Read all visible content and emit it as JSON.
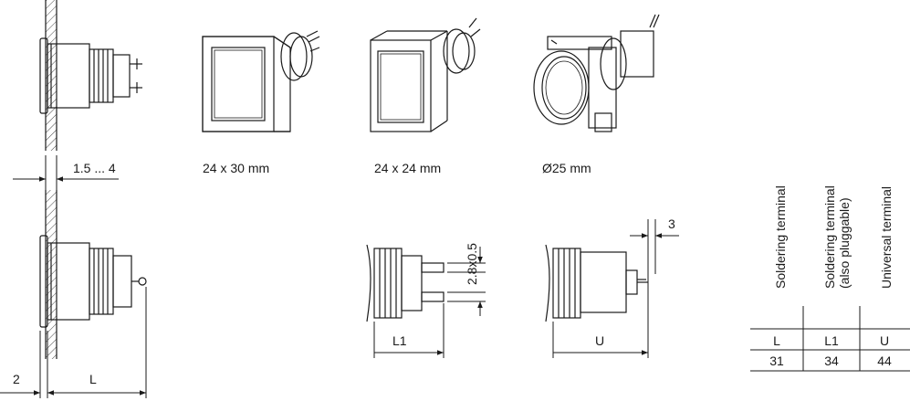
{
  "captions": {
    "rect_24x30": "24 x 30 mm",
    "rect_24x24": "24 x 24 mm",
    "round_25": "Ø25 mm"
  },
  "dimensions": {
    "panel_thickness": "1.5 ... 4",
    "front_offset": "2",
    "length_L": "L",
    "length_L1": "L1",
    "length_U": "U",
    "pin_size": "2.8x0.5",
    "terminal_gap": "3"
  },
  "table": {
    "headers": [
      [
        "Soldering terminal"
      ],
      [
        "Soldering terminal",
        "(also pluggable)"
      ],
      [
        "Universal terminal"
      ]
    ],
    "columns": [
      "L",
      "L1",
      "U"
    ],
    "values": [
      "31",
      "34",
      "44"
    ]
  },
  "colors": {
    "line": "#1a1a1a",
    "hatch": "#1a1a1a"
  }
}
